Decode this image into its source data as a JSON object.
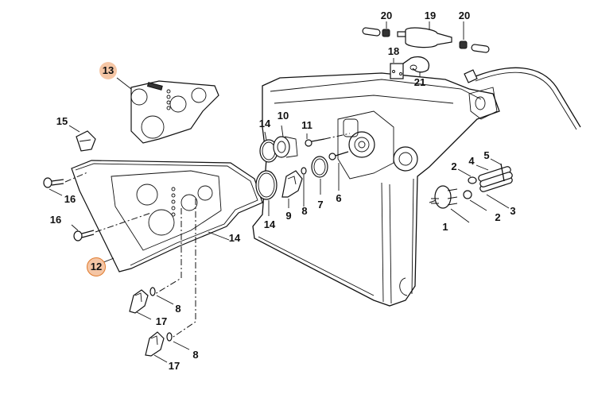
{
  "diagram": {
    "type": "exploded parts diagram",
    "highlight_color": "#f5c6a5",
    "highlight_border": "#e07a2c",
    "line_color": "#111111"
  },
  "callouts": [
    {
      "id": "c1",
      "text": "1",
      "highlighted": false
    },
    {
      "id": "c2a",
      "text": "2",
      "highlighted": false
    },
    {
      "id": "c2b",
      "text": "2",
      "highlighted": false
    },
    {
      "id": "c3",
      "text": "3",
      "highlighted": false
    },
    {
      "id": "c4",
      "text": "4",
      "highlighted": false
    },
    {
      "id": "c5",
      "text": "5",
      "highlighted": false
    },
    {
      "id": "c6",
      "text": "6",
      "highlighted": false
    },
    {
      "id": "c7",
      "text": "7",
      "highlighted": false
    },
    {
      "id": "c8a",
      "text": "8",
      "highlighted": false
    },
    {
      "id": "c8b",
      "text": "8",
      "highlighted": false
    },
    {
      "id": "c8c",
      "text": "8",
      "highlighted": false
    },
    {
      "id": "c9",
      "text": "9",
      "highlighted": false
    },
    {
      "id": "c10",
      "text": "10",
      "highlighted": false
    },
    {
      "id": "c11",
      "text": "11",
      "highlighted": false
    },
    {
      "id": "c12",
      "text": "12",
      "highlighted": true
    },
    {
      "id": "c13",
      "text": "13",
      "highlighted": true
    },
    {
      "id": "c14a",
      "text": "14",
      "highlighted": false
    },
    {
      "id": "c14b",
      "text": "14",
      "highlighted": false
    },
    {
      "id": "c14c",
      "text": "14",
      "highlighted": false
    },
    {
      "id": "c15",
      "text": "15",
      "highlighted": false
    },
    {
      "id": "c16a",
      "text": "16",
      "highlighted": false
    },
    {
      "id": "c16b",
      "text": "16",
      "highlighted": false
    },
    {
      "id": "c17a",
      "text": "17",
      "highlighted": false
    },
    {
      "id": "c17b",
      "text": "17",
      "highlighted": false
    },
    {
      "id": "c18",
      "text": "18",
      "highlighted": false
    },
    {
      "id": "c19",
      "text": "19",
      "highlighted": false
    },
    {
      "id": "c20a",
      "text": "20",
      "highlighted": false
    },
    {
      "id": "c20b",
      "text": "20",
      "highlighted": false
    },
    {
      "id": "c21",
      "text": "21",
      "highlighted": false
    }
  ]
}
